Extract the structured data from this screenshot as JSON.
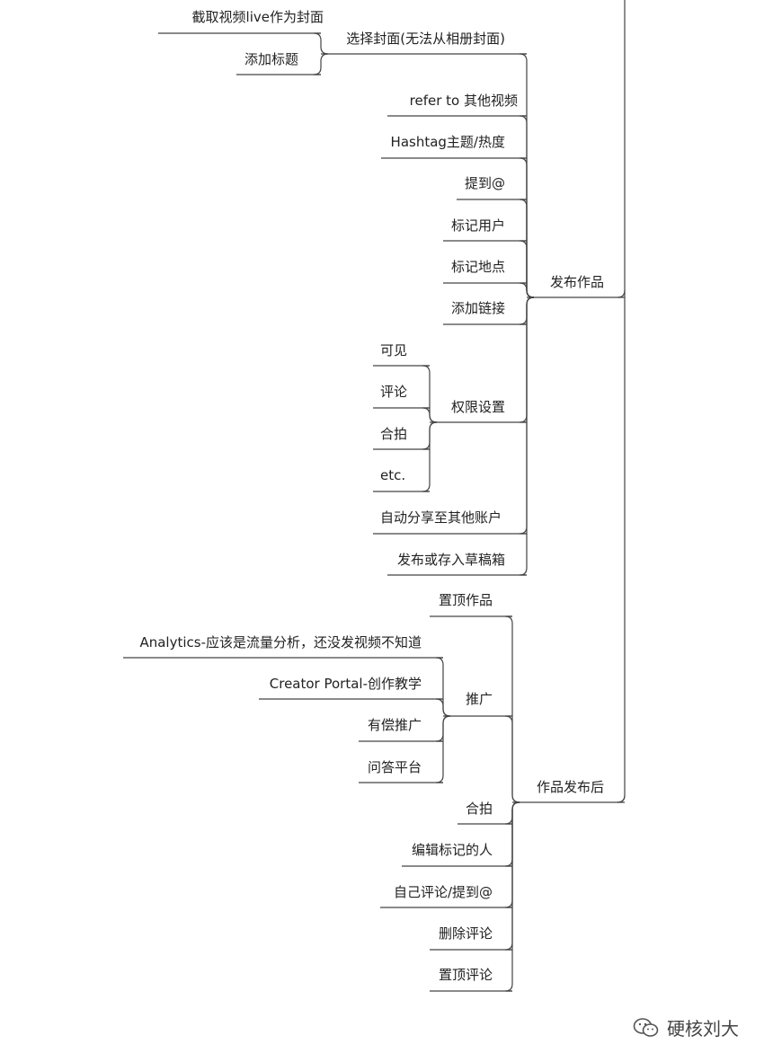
{
  "colors": {
    "line": "#444444",
    "text": "#222222"
  },
  "mindmap": {
    "nodes": [
      {
        "id": "pub",
        "label": "发布作品"
      },
      {
        "id": "after",
        "label": "作品发布后"
      },
      {
        "id": "cover",
        "label": "选择封面(无法从相册封面)",
        "parent": "pub"
      },
      {
        "id": "cover1",
        "label": "截取视频live作为封面",
        "parent": "cover"
      },
      {
        "id": "cover2",
        "label": "添加标题",
        "parent": "cover"
      },
      {
        "id": "refer",
        "label": "refer to 其他视频",
        "parent": "pub"
      },
      {
        "id": "hashtag",
        "label": "Hashtag主题/热度",
        "parent": "pub"
      },
      {
        "id": "mention",
        "label": "提到@",
        "parent": "pub"
      },
      {
        "id": "taguser",
        "label": "标记用户",
        "parent": "pub"
      },
      {
        "id": "tagloc",
        "label": "标记地点",
        "parent": "pub"
      },
      {
        "id": "link",
        "label": "添加链接",
        "parent": "pub"
      },
      {
        "id": "perm",
        "label": "权限设置",
        "parent": "pub"
      },
      {
        "id": "perm1",
        "label": "可见",
        "parent": "perm"
      },
      {
        "id": "perm2",
        "label": "评论",
        "parent": "perm"
      },
      {
        "id": "perm3",
        "label": "合拍",
        "parent": "perm"
      },
      {
        "id": "perm4",
        "label": "etc.",
        "parent": "perm"
      },
      {
        "id": "share",
        "label": "自动分享至其他账户",
        "parent": "pub"
      },
      {
        "id": "draft",
        "label": "发布或存入草稿箱",
        "parent": "pub"
      },
      {
        "id": "pin",
        "label": "置顶作品",
        "parent": "after"
      },
      {
        "id": "promo",
        "label": "推广",
        "parent": "after"
      },
      {
        "id": "promo1",
        "label": "Analytics-应该是流量分析，还没发视频不知道",
        "parent": "promo"
      },
      {
        "id": "promo2",
        "label": "Creator Portal-创作教学",
        "parent": "promo"
      },
      {
        "id": "promo3",
        "label": "有偿推广",
        "parent": "promo"
      },
      {
        "id": "promo4",
        "label": "问答平台",
        "parent": "promo"
      },
      {
        "id": "duet",
        "label": "合拍",
        "parent": "after"
      },
      {
        "id": "edittag",
        "label": "编辑标记的人",
        "parent": "after"
      },
      {
        "id": "selfcomment",
        "label": "自己评论/提到@",
        "parent": "after"
      },
      {
        "id": "delcomment",
        "label": "删除评论",
        "parent": "after"
      },
      {
        "id": "pincomment",
        "label": "置顶评论",
        "parent": "after"
      }
    ]
  },
  "watermark": {
    "text": "硬核刘大",
    "icon": "wechat-icon"
  }
}
